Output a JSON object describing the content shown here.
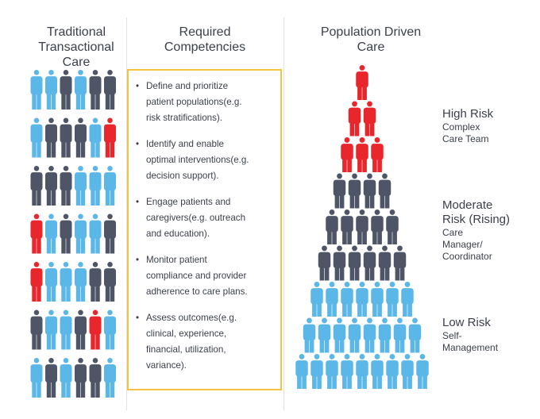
{
  "headers": {
    "traditional": [
      "Traditional",
      "Transactional",
      "Care"
    ],
    "competencies": [
      "Required",
      "Competencies"
    ],
    "population": [
      "Population Driven",
      "Care"
    ]
  },
  "competencies": [
    [
      "Define and prioritize",
      "patient populations(e.g.",
      "risk stratifications)."
    ],
    [
      "Identify and enable",
      "optimal interventions(e.g.",
      "decision support)."
    ],
    [
      "Engage patients and",
      "caregivers(e.g. outreach",
      "and education)."
    ],
    [
      "Monitor patient",
      "compliance and provider",
      "adherence to care plans."
    ],
    [
      "Assess outcomes(e.g.",
      "clinical, experience,",
      "financial, utilization,",
      "variance)."
    ]
  ],
  "risk_levels": [
    {
      "title": [
        "High Risk"
      ],
      "subtitle": [
        "Complex",
        "Care Team"
      ]
    },
    {
      "title": [
        "Moderate",
        "Risk (Rising)"
      ],
      "subtitle": [
        "Care",
        "Manager/",
        "Coordinator"
      ]
    },
    {
      "title": [
        "Low Risk"
      ],
      "subtitle": [
        "Self-",
        "Management"
      ]
    }
  ],
  "colors": {
    "blue": "#5bb7e8",
    "gray": "#4e5566",
    "red": "#e8262b",
    "box_border": "#f5c242"
  },
  "traditional_grid": [
    [
      "blue",
      "blue",
      "gray",
      "blue",
      "gray",
      "gray"
    ],
    [
      "blue",
      "gray",
      "gray",
      "gray",
      "blue",
      "red"
    ],
    [
      "gray",
      "gray",
      "gray",
      "blue",
      "blue",
      "blue"
    ],
    [
      "red",
      "blue",
      "gray",
      "blue",
      "blue",
      "gray"
    ],
    [
      "red",
      "blue",
      "blue",
      "blue",
      "gray",
      "gray"
    ],
    [
      "gray",
      "blue",
      "blue",
      "gray",
      "red",
      "blue"
    ],
    [
      "blue",
      "gray",
      "blue",
      "gray",
      "gray",
      "blue"
    ]
  ],
  "pyramid_rows": [
    {
      "count": 1,
      "color": "red"
    },
    {
      "count": 2,
      "color": "red"
    },
    {
      "count": 3,
      "color": "red"
    },
    {
      "count": 4,
      "color": "gray"
    },
    {
      "count": 5,
      "color": "gray"
    },
    {
      "count": 6,
      "color": "gray"
    },
    {
      "count": 7,
      "color": "blue"
    },
    {
      "count": 8,
      "color": "blue"
    },
    {
      "count": 9,
      "color": "blue"
    }
  ]
}
